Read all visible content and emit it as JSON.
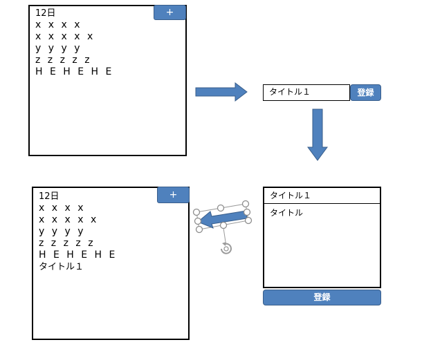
{
  "panels": {
    "top_left": {
      "plus_label": "+",
      "lines": [
        "12日",
        "x x x x",
        "x x x x x",
        "y y y y",
        "z z z z z",
        "H E H E H E"
      ]
    },
    "bottom_left": {
      "plus_label": "+",
      "lines": [
        "12日",
        "x x x x",
        "x x x x x",
        "y y y y",
        "z z z z z",
        "H E H E H E",
        "タイトル１"
      ]
    }
  },
  "step2": {
    "title_value": "タイトル１",
    "register_label": "登録"
  },
  "step3": {
    "title_value": "タイトル１",
    "body_value": "タイトル",
    "register_label": "登録"
  },
  "colors": {
    "button_fill": "#4f81bd",
    "button_border": "#385d8a",
    "arrow_fill": "#4f81bd"
  }
}
